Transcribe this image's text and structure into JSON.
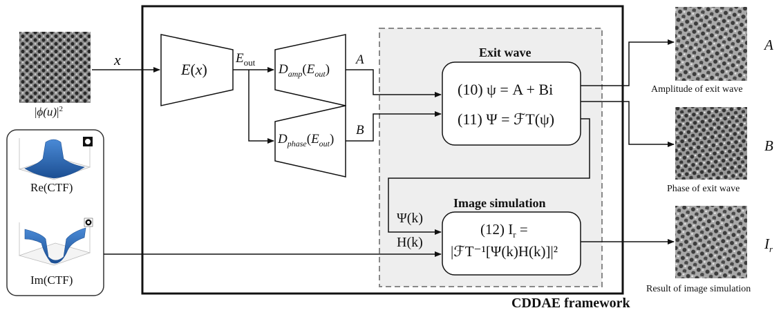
{
  "framework": {
    "title": "CDDAE framework"
  },
  "input": {
    "variable": "x",
    "label_prefix": "|",
    "label_var": "ϕ",
    "label_arg": "(u)",
    "label_suffix": "|",
    "label_sup": "2"
  },
  "ctf": {
    "real_label": "Re(CTF)",
    "imag_label": "Im(CTF)"
  },
  "encoder": {
    "fn": "E",
    "arg": "x"
  },
  "latent": {
    "base": "E",
    "sub": "out"
  },
  "decoders": {
    "amp": {
      "base": "D",
      "sub": "amp",
      "arg_base": "E",
      "arg_sub": "out",
      "output": "A"
    },
    "phase": {
      "base": "D",
      "sub": "phase",
      "arg_base": "E",
      "arg_sub": "out",
      "output": "B"
    }
  },
  "exit_wave": {
    "title": "Exit wave",
    "eq10": "(10) ψ = A + Bi",
    "eq11": "(11) Ψ = ℱT(ψ)"
  },
  "image_simulation": {
    "title": "Image simulation",
    "input_psi": "Ψ(k)",
    "input_h": "H(k)",
    "eq12_line1": "(12) I",
    "eq12_sub": "r",
    "eq12_eq": " =",
    "eq12_line2": "|ℱT⁻¹[Ψ(k)H(k)]|²"
  },
  "outputs": [
    {
      "symbol": "A",
      "caption": "Amplitude of exit wave"
    },
    {
      "symbol": "B",
      "caption": "Phase of exit wave"
    },
    {
      "symbol": "I",
      "symbol_sub": "r",
      "caption": "Result of image simulation"
    }
  ],
  "colors": {
    "panel_fill": "#eeeeee",
    "panel_border": "#888888",
    "surface_blue": "#2e6fb8",
    "line": "#111111"
  }
}
